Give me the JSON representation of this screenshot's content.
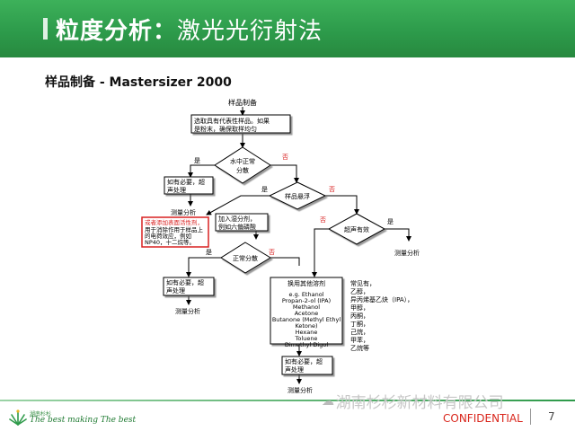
{
  "header": {
    "title_main": "粒度分析：",
    "title_sub": "激光光衍射法"
  },
  "subtitle": "样品制备 -  Mastersizer 2000",
  "flow": {
    "start": "样品制备",
    "step1_line1": "选取具有代表性样品。如果",
    "step1_line2": "是粉末，确保取样均匀",
    "d1_line1": "水中正常",
    "d1_line2": "分散",
    "yes": "是",
    "no": "否",
    "pre1_line1": "如有必要，超",
    "pre1_line2": "声处理",
    "measure": "测量分析",
    "suspend": "样品悬浮",
    "dispersant_line1": "加入湿分剂，",
    "dispersant_line2": "例如六偏磷酸",
    "surf_line1": "或者添加表面活性剂，",
    "surf_line2": "用于消除作用于样品上",
    "surf_line3": "的电荷效应，例如",
    "surf_line4": "NP40，十二烷等。",
    "d2": "超声有效",
    "d3": "正常分散",
    "solvent_title": "换用其他溶剂",
    "solvents": [
      "e.g. Ethanol",
      "Propan-2-ol (IPA)",
      "Methanol",
      "Acetone",
      "Butanone (Methyl Ethyl",
      "Ketone)",
      "Hexane",
      "Toluene",
      "Dimethyl Digol"
    ],
    "common_title": "常见有，",
    "common": [
      "乙醇，",
      "异丙烯基乙炔（IPA），",
      "甲醇，",
      "丙酮，",
      "丁酮，",
      "己烷，",
      "甲苯，",
      "乙烷等"
    ]
  },
  "footer": {
    "logo_cn": "湖南杉杉",
    "slogan": "The best making The best",
    "watermark": "湖南杉杉新材料有限公司",
    "confidential": "CONFIDENTIAL",
    "page": "7"
  },
  "colors": {
    "title_green": "#2d9b4b",
    "confidential_red": "#d9261c",
    "highlight_box": "#d82020"
  }
}
